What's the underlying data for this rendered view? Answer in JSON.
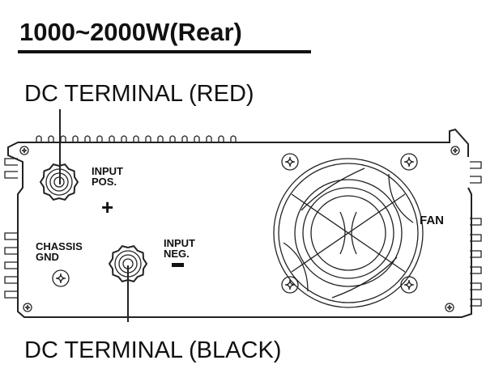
{
  "title": "1000~2000W(Rear)",
  "labels": {
    "dc_red": "DC TERMINAL (RED)",
    "dc_black": "DC TERMINAL (BLACK)",
    "input_pos_1": "INPUT",
    "input_pos_2": "POS.",
    "plus": "+",
    "chassis_1": "CHASSIS",
    "chassis_2": "GND",
    "input_neg_1": "INPUT",
    "input_neg_2": "NEG.",
    "fan": "FAN"
  }
}
